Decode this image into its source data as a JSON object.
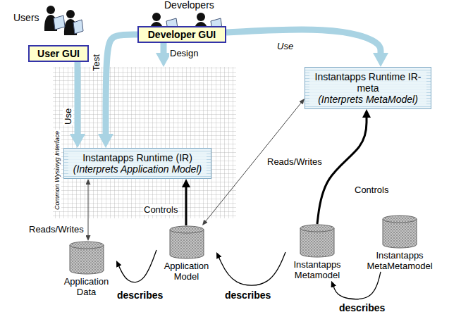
{
  "diagram": {
    "nodes": [
      {
        "text": [
          "User GUI"
        ]
      },
      {
        "text": [
          "Developer GUI"
        ]
      },
      {
        "text": [
          "Common Wysiwyg Interface"
        ]
      },
      {
        "text": [
          "Instantapps Runtime (IR)",
          "(Interprets Application Model)"
        ],
        "in": 2
      },
      {
        "text": [
          "Instantapps Runtime IR-meta",
          "(Interprets MetaModel)"
        ]
      },
      {
        "text": [
          "Application Data"
        ]
      },
      {
        "text": [
          "Application Model"
        ]
      },
      {
        "text": [
          "Instantapps Metamodel"
        ]
      },
      {
        "text": [
          "Instantapps MetaMetamodel"
        ]
      }
    ],
    "edges": [
      {
        "from": 0,
        "to": 3,
        "label": "Use",
        "arrow": "to"
      },
      {
        "from": 1,
        "to": 3,
        "label": "Test",
        "arrow": "to"
      },
      {
        "from": 1,
        "to": 2,
        "label": "Design",
        "arrow": "to"
      },
      {
        "from": 1,
        "to": 4,
        "label": "Use",
        "arrow": "to"
      },
      {
        "from": 3,
        "to": 5,
        "label": "Reads/Writes",
        "arrow": "both"
      },
      {
        "from": 6,
        "to": 3,
        "label": "Controls",
        "arrow": "to"
      },
      {
        "from": 4,
        "to": 6,
        "label": "Reads/Writes",
        "arrow": "both"
      },
      {
        "from": 7,
        "to": 4,
        "label": "Controls",
        "arrow": "to"
      },
      {
        "from": 6,
        "to": 5,
        "label": "describes",
        "arrow": "to"
      },
      {
        "from": 7,
        "to": 6,
        "label": "describes",
        "arrow": "to"
      },
      {
        "from": 8,
        "to": 7,
        "label": "describes",
        "arrow": "to"
      }
    ],
    "labels": [
      "Users",
      "Developers"
    ]
  }
}
